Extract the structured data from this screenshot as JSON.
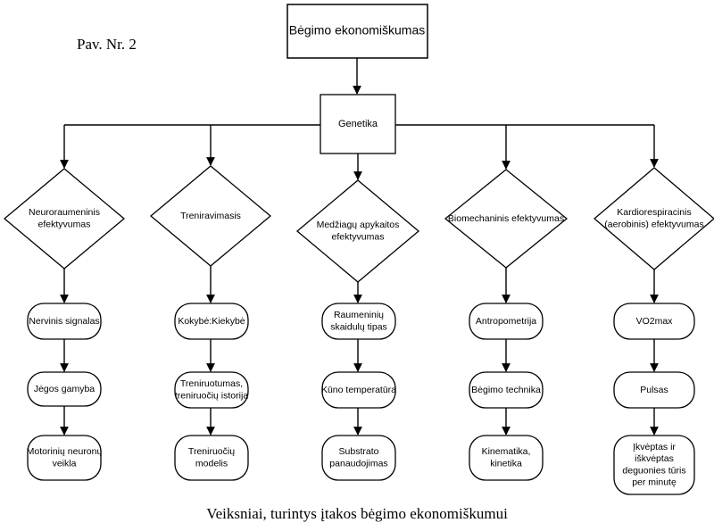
{
  "figure_label": "Pav. Nr. 2",
  "caption": "Veiksniai, turintys įtakos bėgimo ekonomiškumui",
  "root": {
    "label": [
      "Bėgimo ekonomiškumas"
    ]
  },
  "genetics": {
    "label": [
      "Genetika"
    ]
  },
  "branches": [
    {
      "id": "neuro",
      "decision": [
        "Neuroraumeninis",
        "efektyvumas"
      ],
      "steps": [
        [
          "Nervinis signalas"
        ],
        [
          "Jėgos gamyba"
        ],
        [
          "Motorinių neuronų",
          "veikla"
        ]
      ]
    },
    {
      "id": "training",
      "decision": [
        "Treniravimasis"
      ],
      "steps": [
        [
          "Kokybė:Kiekybė"
        ],
        [
          "Treniruotumas,",
          "treniruočių istorija"
        ],
        [
          "Treniruočių",
          "modelis"
        ]
      ]
    },
    {
      "id": "metabolic",
      "decision": [
        "Medžiagų apykaitos",
        "efektyvumas"
      ],
      "steps": [
        [
          "Raumeninių",
          "skaidulų tipas"
        ],
        [
          "Kūno temperatūra"
        ],
        [
          "Substrato",
          "panaudojimas"
        ]
      ]
    },
    {
      "id": "biomech",
      "decision": [
        "Biomechaninis efektyvumas"
      ],
      "steps": [
        [
          "Antropometrija"
        ],
        [
          "Bėgimo technika"
        ],
        [
          "Kinematika,",
          "kinetika"
        ]
      ]
    },
    {
      "id": "cardio",
      "decision": [
        "Kardiorespiracinis",
        "(aerobinis) efektyvumas"
      ],
      "steps": [
        [
          "VO2max"
        ],
        [
          "Pulsas"
        ],
        [
          "Įkvėptas ir",
          "iškvėptas",
          "deguonies tūris",
          "per minutę"
        ]
      ]
    }
  ]
}
